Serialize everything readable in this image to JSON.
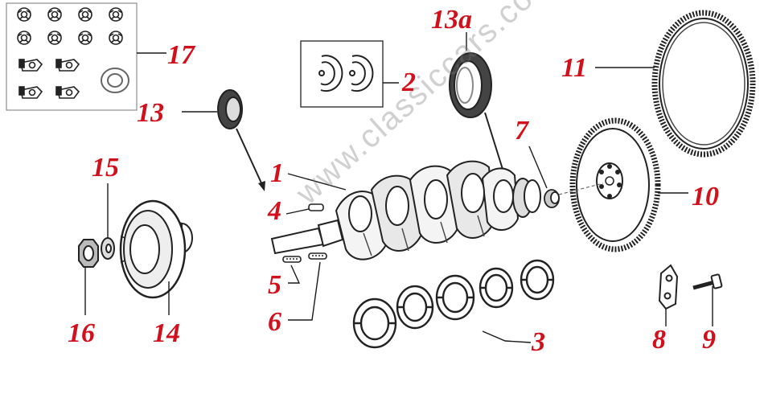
{
  "labels": {
    "l1": "1",
    "l2": "2",
    "l3": "3",
    "l4": "4",
    "l5": "5",
    "l6": "6",
    "l7": "7",
    "l8": "8",
    "l9": "9",
    "l10": "10",
    "l11": "11",
    "l13": "13",
    "l13a": "13a",
    "l14": "14",
    "l15": "15",
    "l16": "16",
    "l17": "17"
  },
  "watermark": "www.classiccars.co.at",
  "colors": {
    "label": "#d2101c",
    "line": "#1a1a1a"
  }
}
